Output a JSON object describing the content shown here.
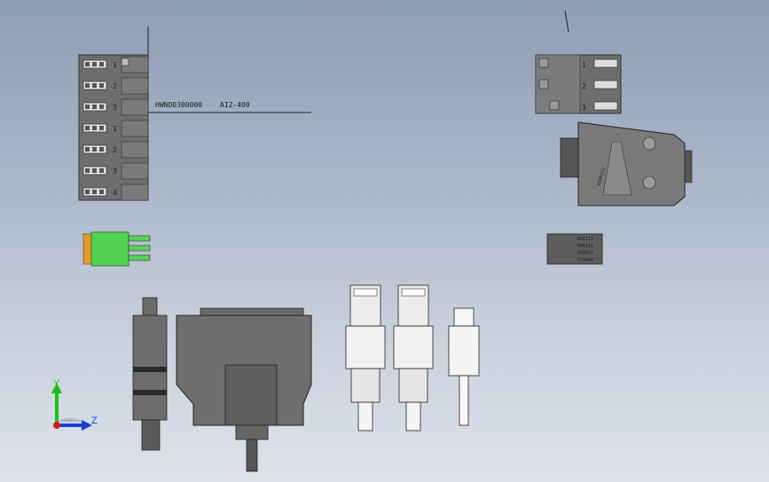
{
  "viewport": {
    "background_top": "#8e9db3",
    "background_bottom": "#dde2ea"
  },
  "annotation": {
    "part_number": "HWND0300000",
    "revision": "A12-400"
  },
  "terminal_block_large": {
    "pin_numbers": [
      "1",
      "2",
      "3",
      "1",
      "2",
      "3",
      "4"
    ]
  },
  "terminal_block_small_right": {
    "pin_numbers": [
      "1",
      "2",
      "3"
    ]
  },
  "db_connector": {
    "brand_text": "ADAMICU"
  },
  "mini_block_right": {
    "rows": [
      "DEE111",
      "000111",
      "300011",
      "110000"
    ]
  },
  "triad": {
    "y_label": "Y",
    "z_label": "Z",
    "y_color": "#19c219",
    "z_color": "#1a3fd6",
    "x_color": "#d21a1a"
  }
}
